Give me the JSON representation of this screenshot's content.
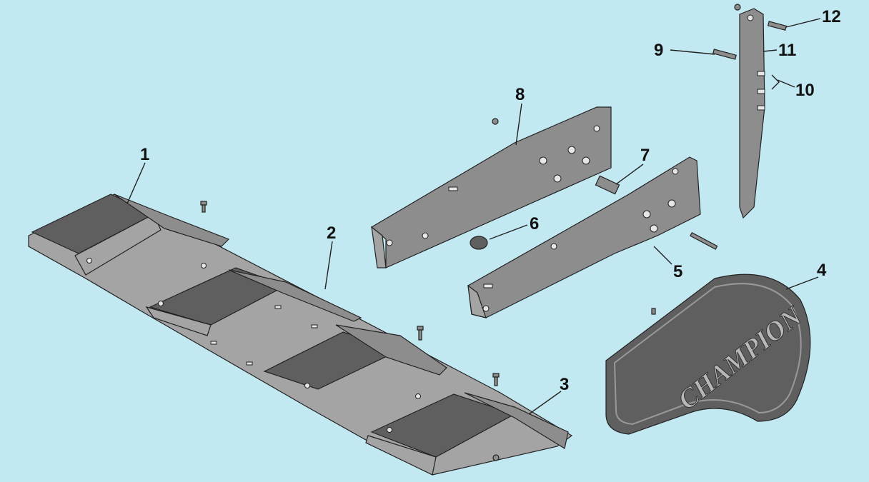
{
  "diagram": {
    "callouts": [
      {
        "id": "1",
        "text": "1"
      },
      {
        "id": "2",
        "text": "2"
      },
      {
        "id": "3",
        "text": "3"
      },
      {
        "id": "4",
        "text": "4"
      },
      {
        "id": "5",
        "text": "5"
      },
      {
        "id": "6",
        "text": "6"
      },
      {
        "id": "7",
        "text": "7"
      },
      {
        "id": "8",
        "text": "8"
      },
      {
        "id": "9",
        "text": "9"
      },
      {
        "id": "10",
        "text": "10"
      },
      {
        "id": "11",
        "text": "11"
      },
      {
        "id": "12",
        "text": "12"
      }
    ],
    "cover_logo": "CHAMPION",
    "colors": {
      "background": "#c2e8f2",
      "part_dark": "#5f5f5f",
      "part_mid": "#8d8d8d",
      "part_light": "#a4a4a4"
    }
  }
}
